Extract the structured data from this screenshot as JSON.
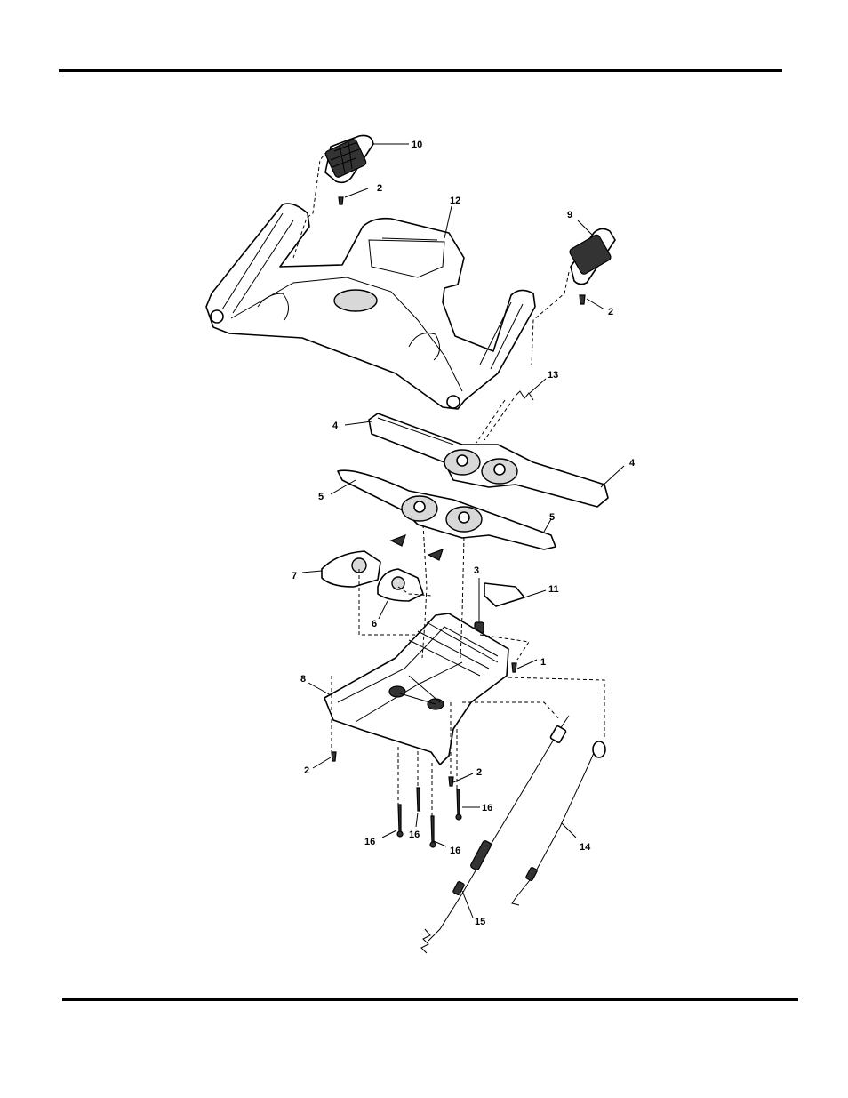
{
  "callouts": {
    "c10": "10",
    "c2a": "2",
    "c12": "12",
    "c9": "9",
    "c2b": "2",
    "c13": "13",
    "c4a": "4",
    "c4b": "4",
    "c5a": "5",
    "c5b": "5",
    "c7": "7",
    "c6": "6",
    "c3": "3",
    "c11": "11",
    "c1": "1",
    "c8": "8",
    "c2c": "2",
    "c2d": "2",
    "c16a": "16",
    "c16b": "16",
    "c16c": "16",
    "c16d": "16",
    "c14": "14",
    "c15": "15"
  }
}
